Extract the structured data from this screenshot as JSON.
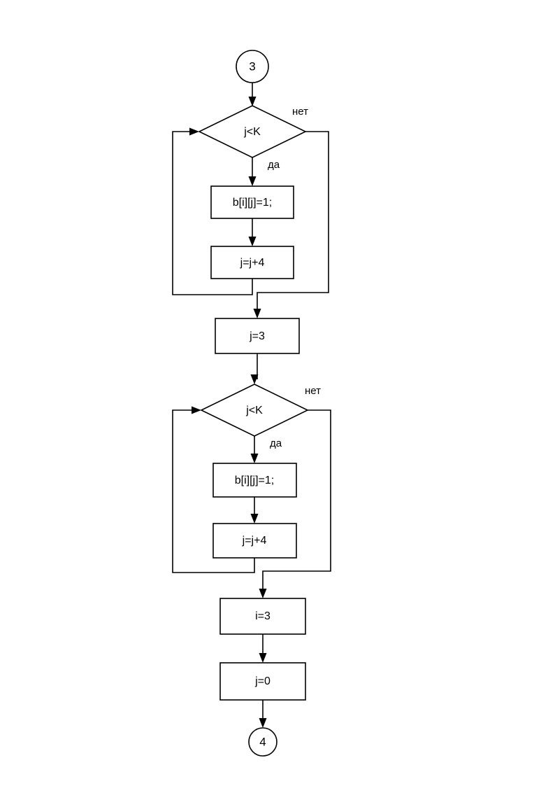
{
  "diagram": {
    "type": "flowchart",
    "language": "ru",
    "background_color": "#ffffff",
    "line_color": "#000000",
    "nodes": {
      "entry_connector": {
        "label": "3",
        "shape": "circle"
      },
      "decision_1": {
        "label": "j<K",
        "shape": "diamond"
      },
      "process_1": {
        "label": "b[i][j]=1;",
        "shape": "rectangle"
      },
      "process_2": {
        "label": "j=j+4",
        "shape": "rectangle"
      },
      "process_3": {
        "label": "j=3",
        "shape": "rectangle"
      },
      "decision_2": {
        "label": "j<K",
        "shape": "diamond"
      },
      "process_4": {
        "label": "b[i][j]=1;",
        "shape": "rectangle"
      },
      "process_5": {
        "label": "j=j+4",
        "shape": "rectangle"
      },
      "process_6": {
        "label": "i=3",
        "shape": "rectangle"
      },
      "process_7": {
        "label": "j=0",
        "shape": "rectangle"
      },
      "exit_connector": {
        "label": "4",
        "shape": "circle"
      }
    },
    "edge_labels": {
      "decision_1_no": "нет",
      "decision_1_yes": "да",
      "decision_2_no": "нет",
      "decision_2_yes": "да"
    }
  }
}
